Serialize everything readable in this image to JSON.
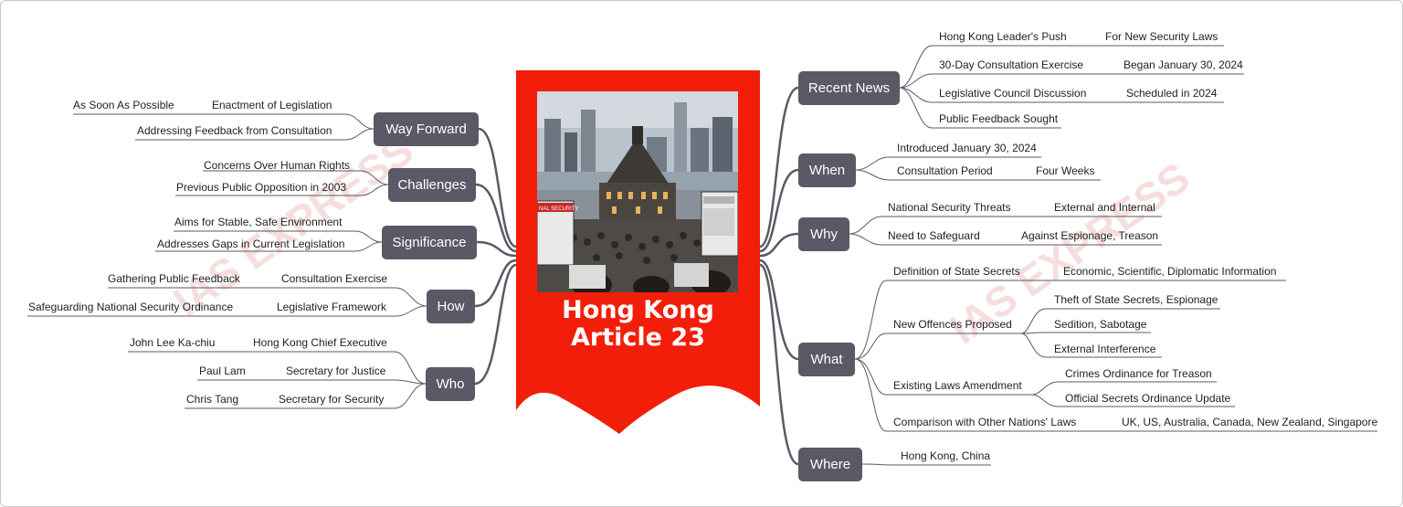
{
  "center": {
    "title_line1": "Hong Kong",
    "title_line2": "Article 23",
    "image_sign_text": "NAL SECURITY"
  },
  "colors": {
    "banner": "#f21e0a",
    "node": "#5a5a66",
    "line": "#5a5a66"
  },
  "branches": {
    "recent_news": {
      "label": "Recent News",
      "items": [
        {
          "label": "Hong Kong Leader's Push",
          "detail": "For New Security Laws"
        },
        {
          "label": "30-Day Consultation Exercise",
          "detail": "Began January 30, 2024"
        },
        {
          "label": "Legislative Council Discussion",
          "detail": "Scheduled in 2024"
        },
        {
          "label": "Public Feedback Sought"
        }
      ]
    },
    "when": {
      "label": "When",
      "items": [
        {
          "label": "Introduced January 30, 2024"
        },
        {
          "label": "Consultation Period",
          "detail": "Four Weeks"
        }
      ]
    },
    "why": {
      "label": "Why",
      "items": [
        {
          "label": "National Security Threats",
          "detail": "External and Internal"
        },
        {
          "label": "Need to Safeguard",
          "detail": "Against Espionage, Treason"
        }
      ]
    },
    "what": {
      "label": "What",
      "items": [
        {
          "label": "Definition of State Secrets",
          "detail": "Economic, Scientific, Diplomatic Information"
        },
        {
          "label": "New Offences Proposed",
          "subs": [
            "Theft of State Secrets, Espionage",
            "Sedition, Sabotage",
            "External Interference"
          ]
        },
        {
          "label": "Existing Laws Amendment",
          "subs": [
            "Crimes Ordinance for Treason",
            "Official Secrets Ordinance Update"
          ]
        },
        {
          "label": "Comparison with Other Nations' Laws",
          "detail": "UK, US, Australia, Canada, New Zealand, Singapore"
        }
      ]
    },
    "where": {
      "label": "Where",
      "items": [
        {
          "label": "Hong Kong, China"
        }
      ]
    },
    "way_forward": {
      "label": "Way Forward",
      "items": [
        {
          "label": "Enactment of Legislation",
          "detail": "As Soon As Possible"
        },
        {
          "label": "Addressing Feedback from Consultation"
        }
      ]
    },
    "challenges": {
      "label": "Challenges",
      "items": [
        {
          "label": "Concerns Over Human Rights"
        },
        {
          "label": "Previous Public Opposition in 2003"
        }
      ]
    },
    "significance": {
      "label": "Significance",
      "items": [
        {
          "label": "Aims for Stable, Safe Environment"
        },
        {
          "label": "Addresses Gaps in Current Legislation"
        }
      ]
    },
    "how": {
      "label": "How",
      "items": [
        {
          "label": "Consultation Exercise",
          "detail": "Gathering Public Feedback"
        },
        {
          "label": "Legislative Framework",
          "detail": "Safeguarding National Security Ordinance"
        }
      ]
    },
    "who": {
      "label": "Who",
      "items": [
        {
          "label": "Hong Kong Chief Executive",
          "detail": "John Lee Ka-chiu"
        },
        {
          "label": "Secretary for Justice",
          "detail": "Paul Lam"
        },
        {
          "label": "Secretary for Security",
          "detail": "Chris Tang"
        }
      ]
    }
  }
}
